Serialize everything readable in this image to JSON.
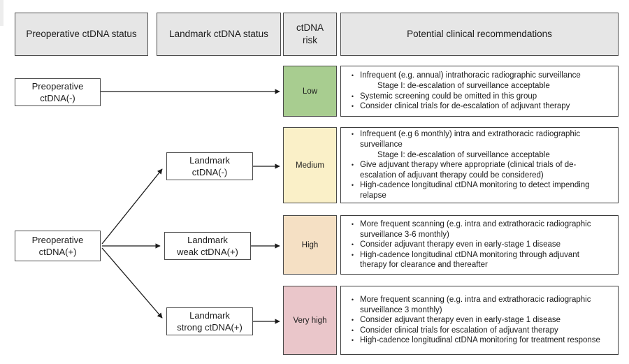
{
  "figure": {
    "headers": [
      "Preoperative ctDNA status",
      "Landmark ctDNA status",
      "ctDNA\nrisk",
      "Potential clinical recommendations"
    ],
    "nodes": {
      "preop_neg": "Preoperative\nctDNA(-)",
      "preop_pos": "Preoperative\nctDNA(+)",
      "landmark_neg": "Landmark\nctDNA(-)",
      "landmark_weak": "Landmark\nweak ctDNA(+)",
      "landmark_strong": "Landmark\nstrong ctDNA(+)"
    },
    "risks": [
      {
        "label": "Low",
        "color": "#a8cd90"
      },
      {
        "label": "Medium",
        "color": "#faf0c8"
      },
      {
        "label": "High",
        "color": "#f5e0c4"
      },
      {
        "label": "Very high",
        "color": "#eac6ca"
      }
    ],
    "recommendations": [
      {
        "items": [
          {
            "bullet": true,
            "indent": 0,
            "text": "Infrequent (e.g. annual) intrathoracic radiographic surveillance"
          },
          {
            "bullet": false,
            "indent": 1,
            "text": "Stage I: de-escalation of surveillance acceptable"
          },
          {
            "bullet": true,
            "indent": 0,
            "text": "Systemic screening could be omitted in this group"
          },
          {
            "bullet": true,
            "indent": 0,
            "text": "Consider clinical trials for de-escalation of adjuvant therapy"
          }
        ]
      },
      {
        "items": [
          {
            "bullet": true,
            "indent": 0,
            "text": "Infrequent (e.g 6 monthly) intra and extrathoracic radiographic surveillance"
          },
          {
            "bullet": false,
            "indent": 1,
            "text": "Stage I: de-escalation of surveillance acceptable"
          },
          {
            "bullet": true,
            "indent": 0,
            "text": "Give adjuvant therapy where appropriate (clinical trials of de-escalation of adjuvant therapy could be considered)"
          },
          {
            "bullet": true,
            "indent": 0,
            "text": "High-cadence longitudinal ctDNA monitoring to detect impending relapse"
          }
        ]
      },
      {
        "items": [
          {
            "bullet": true,
            "indent": 0,
            "text": "More frequent scanning (e.g. intra and extrathoracic radiographic surveillance 3-6 monthly)"
          },
          {
            "bullet": true,
            "indent": 0,
            "text": "Consider adjuvant therapy even in early-stage 1 disease"
          },
          {
            "bullet": true,
            "indent": 0,
            "text": "High-cadence longitudinal ctDNA monitoring through adjuvant therapy for clearance and thereafter"
          }
        ]
      },
      {
        "items": [
          {
            "bullet": true,
            "indent": 0,
            "text": "More frequent scanning (e.g. intra and extrathoracic radiographic surveillance 3 monthly)"
          },
          {
            "bullet": true,
            "indent": 0,
            "text": "Consider adjuvant therapy even in early-stage 1 disease"
          },
          {
            "bullet": true,
            "indent": 0,
            "text": "Consider clinical trials for escalation of adjuvant therapy"
          },
          {
            "bullet": true,
            "indent": 0,
            "text": "High-cadence longitudinal ctDNA monitoring for treatment response"
          }
        ]
      }
    ],
    "colors": {
      "header_fill": "#e6e6e6",
      "box_border": "#4d4d4d",
      "arrow": "#1a1a1a"
    }
  }
}
